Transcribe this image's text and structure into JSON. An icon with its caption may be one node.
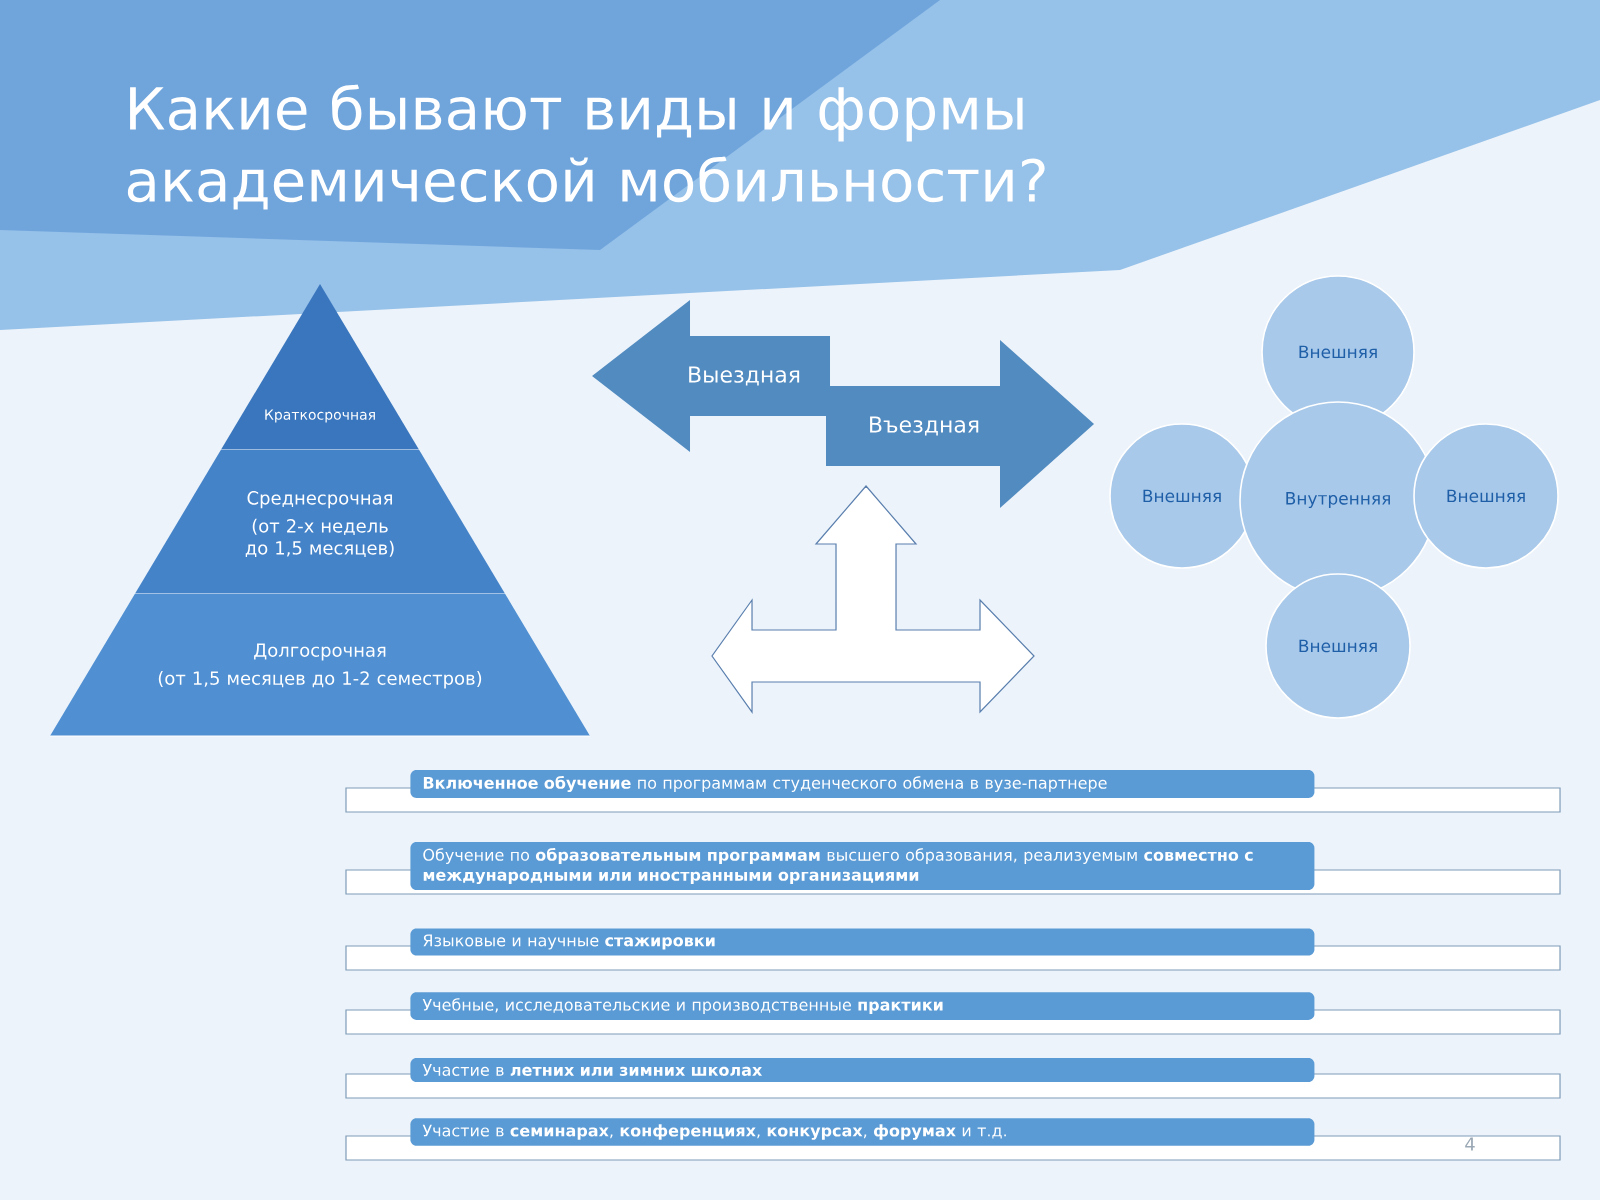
{
  "diagram": {
    "title": "Какие бывают виды и формы академической мобильности?",
    "nodes": [
      {
        "text": [
          "Краткосрочная"
        ]
      },
      {
        "text": [
          "Среднесрочная",
          "(от 2-х недель до 1,5 месяцев)"
        ]
      },
      {
        "text": [
          "Долгосрочная",
          "(от 1,5 месяцев до 1-2 семестров)"
        ]
      },
      {
        "text": [
          "Выездная"
        ]
      },
      {
        "text": [
          "Въездная"
        ]
      },
      {
        "text": [],
        "shape": "arrow"
      },
      {
        "text": [
          "Внешняя"
        ]
      },
      {
        "text": [
          "Внешняя"
        ]
      },
      {
        "text": [
          "Внутренняя"
        ]
      },
      {
        "text": [
          "Внешняя"
        ]
      },
      {
        "text": [
          "Внешняя"
        ]
      },
      {
        "text": [
          "**Включенное обучение** по программам студенческого обмена в вузе-партнере"
        ]
      },
      {
        "text": [
          "Обучение по **образовательным программам** высшего образования, реализуемым **совместно с международными или иностранными организациями**"
        ]
      },
      {
        "text": [
          "Языковые и научные **стажировки**"
        ]
      },
      {
        "text": [
          "Учебные, исследовательские и производственные **практики**"
        ]
      },
      {
        "text": [
          "Участие в **летних или зимних школах**"
        ]
      },
      {
        "text": [
          "Участие в **семинарах**, **конференциях**, **конкурсах**, **форумах** и т.д."
        ]
      }
    ],
    "labels": [
      "4"
    ]
  }
}
